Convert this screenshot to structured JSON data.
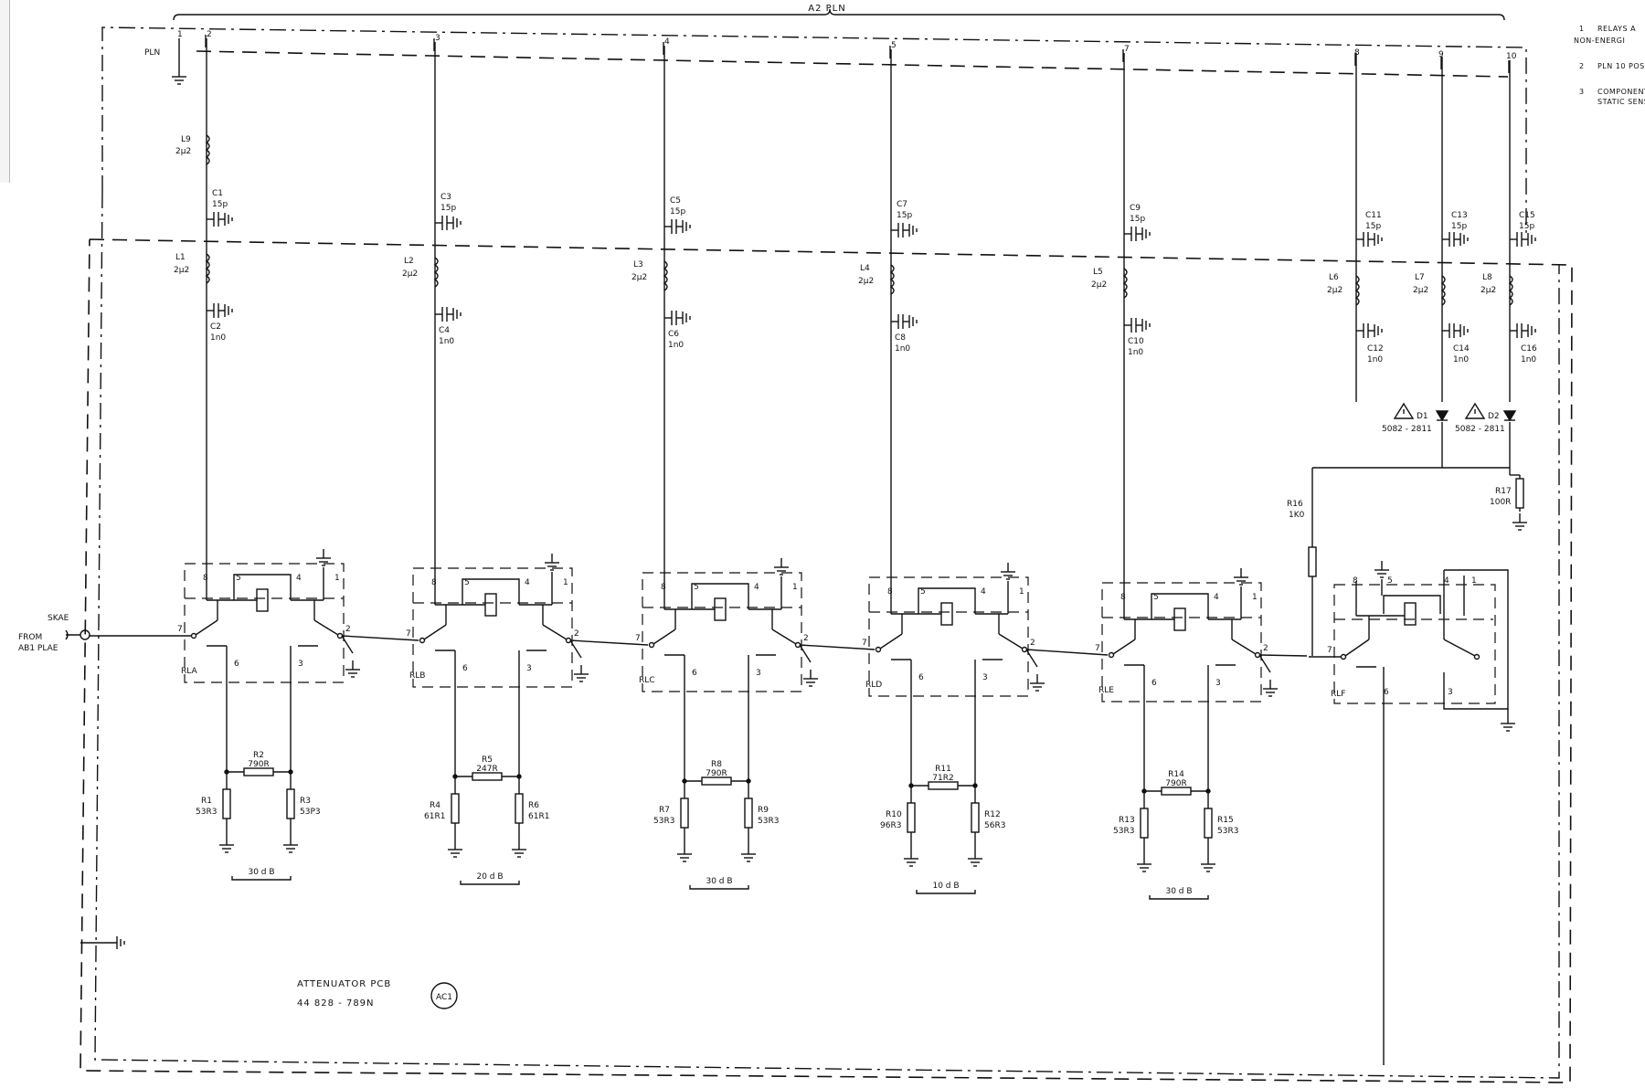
{
  "title": {
    "bracket_label": "A2 PLN",
    "pcb_name": "ATTENUATOR PCB",
    "pcb_number": "44 828 - 789N",
    "pcb_ref": "AC1"
  },
  "notes": [
    {
      "number": "1",
      "line1": "RELAYS A",
      "line2": "NON-ENERGI"
    },
    {
      "number": "2",
      "line1": "PLN 10 POS",
      "line2": ""
    },
    {
      "number": "3",
      "line1": "COMPONENTS",
      "line2": "STATIC SENS"
    }
  ],
  "connector": {
    "pln_label": "PLN",
    "pins": [
      "1",
      "2",
      "3",
      "4",
      "5",
      "7",
      "8",
      "9",
      "10"
    ],
    "input_name": "SKAE",
    "input_from_1": "FROM",
    "input_from_2": "AB1 PLAE"
  },
  "stages": [
    {
      "relay": "RLA",
      "inductor_top": {
        "ref": "L9",
        "value": "2μ2"
      },
      "cap_top": {
        "ref": "C1",
        "value": "15p"
      },
      "inductor": {
        "ref": "L1",
        "value": "2μ2"
      },
      "cap_bottom": {
        "ref": "C2",
        "value": "1n0"
      },
      "series_r": {
        "ref": "R2",
        "value": "790R"
      },
      "shunt_left": {
        "ref": "R1",
        "value": "53R3"
      },
      "shunt_right": {
        "ref": "R3",
        "value": "53P3"
      },
      "attenuation": "30 d B"
    },
    {
      "relay": "RLB",
      "cap_top": {
        "ref": "C3",
        "value": "15p"
      },
      "inductor": {
        "ref": "L2",
        "value": "2μ2"
      },
      "cap_bottom": {
        "ref": "C4",
        "value": "1n0"
      },
      "series_r": {
        "ref": "R5",
        "value": "247R"
      },
      "shunt_left": {
        "ref": "R4",
        "value": "61R1"
      },
      "shunt_right": {
        "ref": "R6",
        "value": "61R1"
      },
      "attenuation": "20 d B"
    },
    {
      "relay": "RLC",
      "cap_top": {
        "ref": "C5",
        "value": "15p"
      },
      "inductor": {
        "ref": "L3",
        "value": "2μ2"
      },
      "cap_bottom": {
        "ref": "C6",
        "value": "1n0"
      },
      "series_r": {
        "ref": "R8",
        "value": "790R"
      },
      "shunt_left": {
        "ref": "R7",
        "value": "53R3"
      },
      "shunt_right": {
        "ref": "R9",
        "value": "53R3"
      },
      "attenuation": "30 d B"
    },
    {
      "relay": "RLD",
      "cap_top": {
        "ref": "C7",
        "value": "15p"
      },
      "inductor": {
        "ref": "L4",
        "value": "2μ2"
      },
      "cap_bottom": {
        "ref": "C8",
        "value": "1n0"
      },
      "series_r": {
        "ref": "R11",
        "value": "71R2"
      },
      "shunt_left": {
        "ref": "R10",
        "value": "96R3"
      },
      "shunt_right": {
        "ref": "R12",
        "value": "56R3"
      },
      "attenuation": "10 d B"
    },
    {
      "relay": "RLE",
      "cap_top": {
        "ref": "C9",
        "value": "15p"
      },
      "inductor": {
        "ref": "L5",
        "value": "2μ2"
      },
      "cap_bottom": {
        "ref": "C10",
        "value": "1n0"
      },
      "series_r": {
        "ref": "R14",
        "value": "790R"
      },
      "shunt_left": {
        "ref": "R13",
        "value": "53R3"
      },
      "shunt_right": {
        "ref": "R15",
        "value": "53R3"
      },
      "attenuation": "30 d B"
    }
  ],
  "right_section": {
    "relay": "RLF",
    "cols": [
      {
        "cap_top": {
          "ref": "C11",
          "value": "15p"
        },
        "inductor": {
          "ref": "L6",
          "value": "2μ2"
        },
        "cap_bottom": {
          "ref": "C12",
          "value": "1n0"
        }
      },
      {
        "cap_top": {
          "ref": "C13",
          "value": "15p"
        },
        "inductor": {
          "ref": "L7",
          "value": "2μ2"
        },
        "cap_bottom": {
          "ref": "C14",
          "value": "1n0"
        }
      },
      {
        "cap_top": {
          "ref": "C15",
          "value": "15p"
        },
        "inductor": {
          "ref": "L8",
          "value": "2μ2"
        },
        "cap_bottom": {
          "ref": "C16",
          "value": "1n0"
        }
      }
    ],
    "diode1": {
      "ref": "D1",
      "value": "5082 - 2811"
    },
    "diode2": {
      "ref": "D2",
      "value": "5082 - 2811"
    },
    "r16": {
      "ref": "R16",
      "value": "1K0"
    },
    "r17": {
      "ref": "R17",
      "value": "100R"
    }
  },
  "relay_pins": {
    "p1": "1",
    "p2": "2",
    "p3": "3",
    "p4": "4",
    "p5": "5",
    "p6": "6",
    "p7": "7",
    "p8": "8"
  }
}
